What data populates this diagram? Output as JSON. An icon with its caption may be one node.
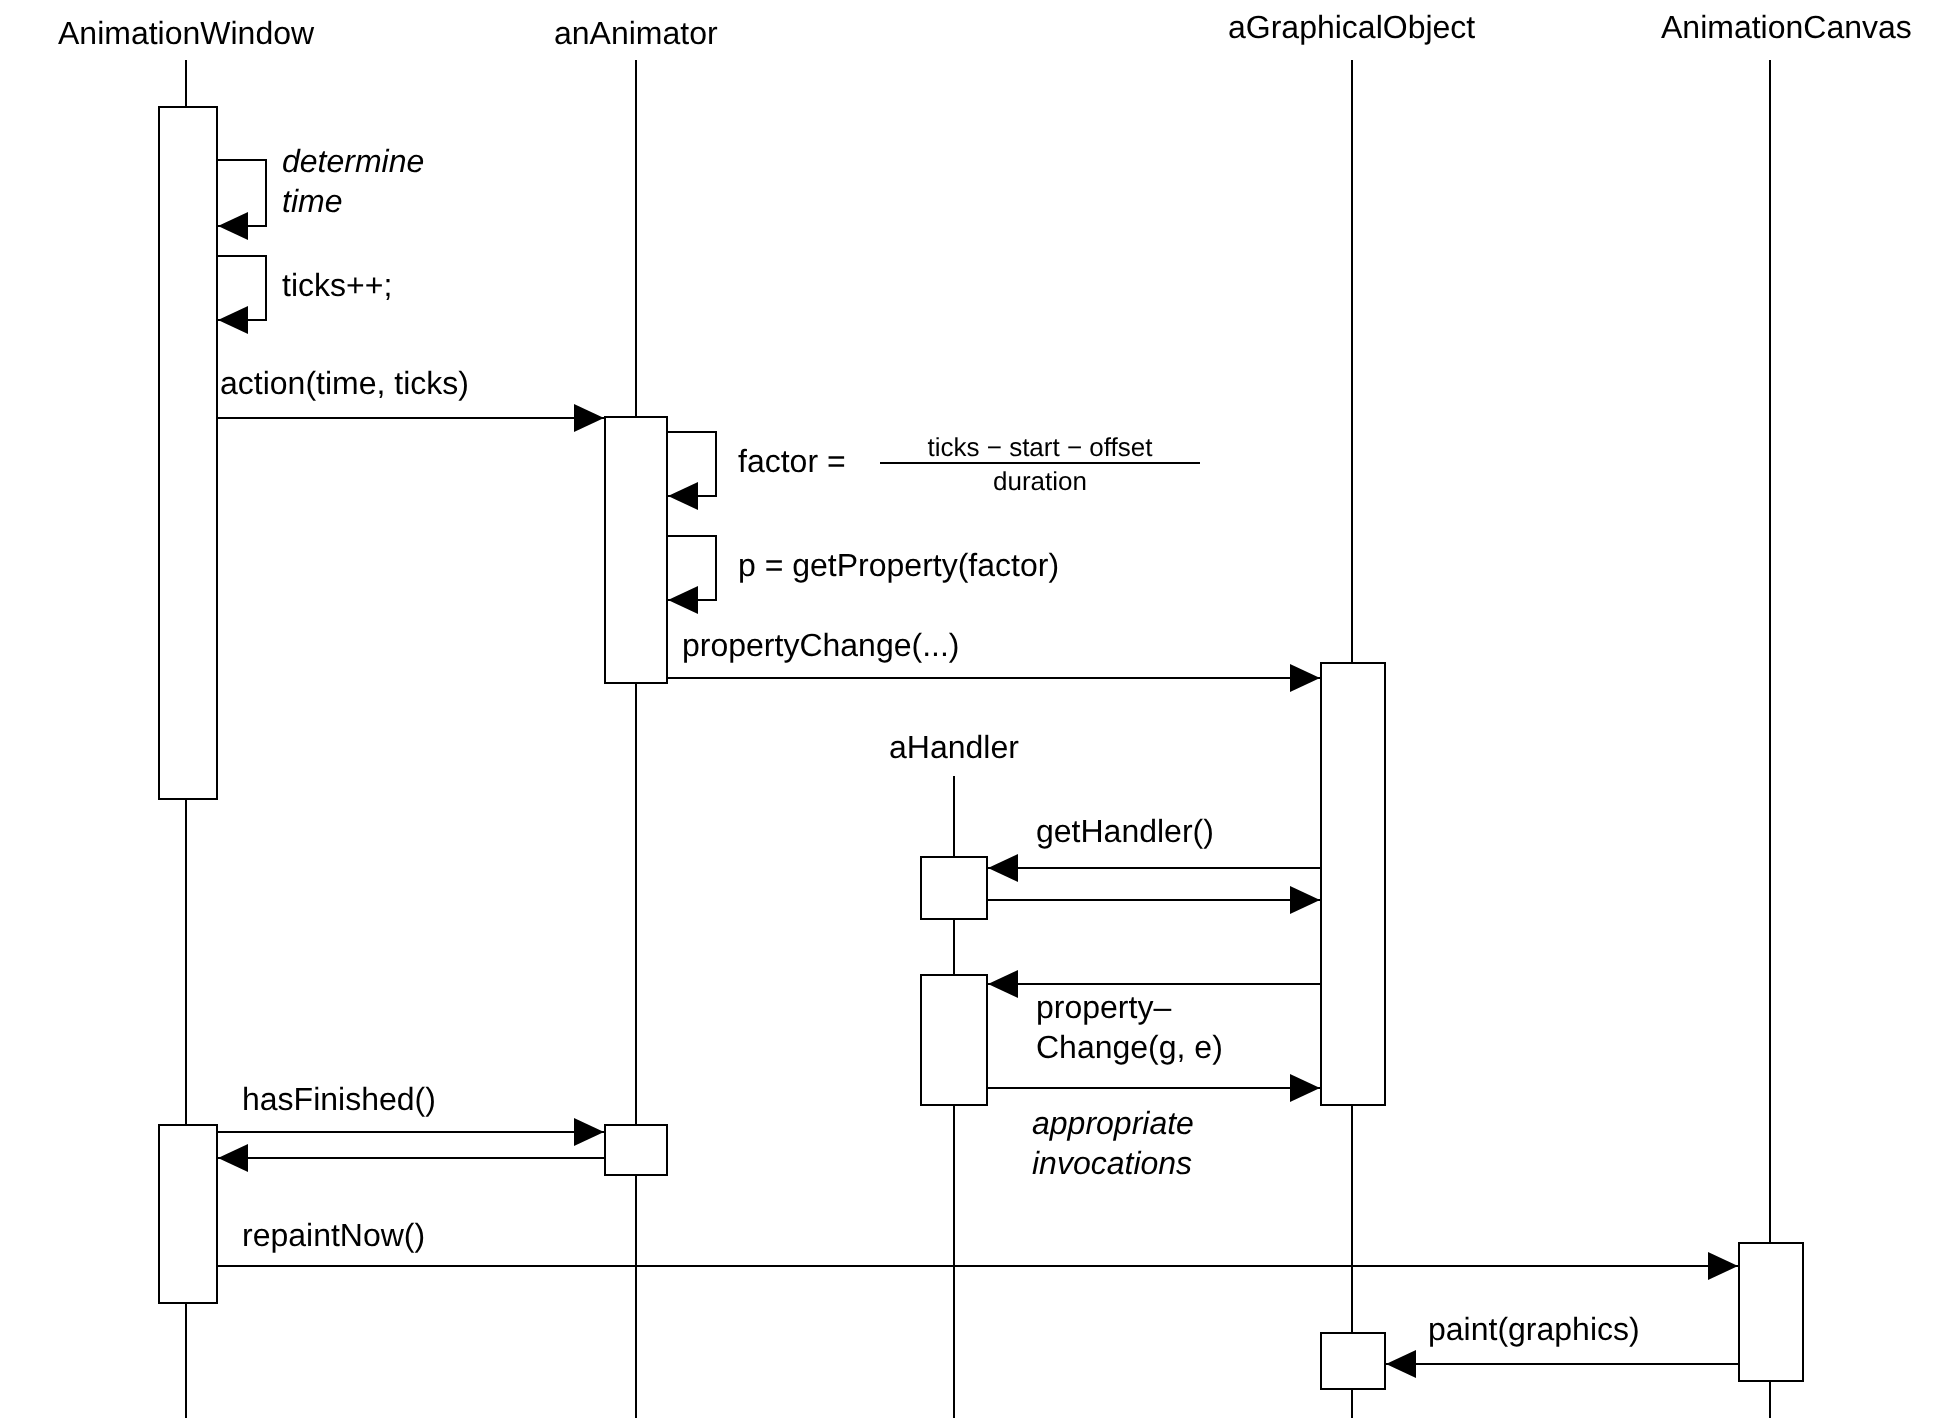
{
  "diagram": {
    "nodes": [
      {
        "text": [
          "AnimationWindow"
        ]
      },
      {
        "text": [
          "anAnimator"
        ]
      },
      {
        "text": [
          "aGraphicalObject"
        ]
      },
      {
        "text": [
          "AnimationCanvas"
        ]
      },
      {
        "text": [
          "aHandler"
        ]
      },
      {
        "text": [],
        "shape": "bar"
      },
      {
        "text": [],
        "shape": "bar"
      },
      {
        "text": [],
        "shape": "bar"
      },
      {
        "text": [],
        "shape": "bar"
      },
      {
        "text": [],
        "shape": "bar"
      },
      {
        "text": [],
        "shape": "bar"
      },
      {
        "text": [],
        "shape": "bar"
      },
      {
        "text": [],
        "shape": "bar"
      },
      {
        "text": [],
        "shape": "bar"
      }
    ],
    "edges": [
      {
        "from": 5,
        "to": 5,
        "label": "determine time",
        "arrow": "to"
      },
      {
        "from": 5,
        "to": 5,
        "label": "ticks++;",
        "arrow": "to"
      },
      {
        "from": 5,
        "to": 6,
        "label": "action(time, ticks)",
        "arrow": "to"
      },
      {
        "from": 6,
        "to": 6,
        "label": "factor =",
        "arrow": "to"
      },
      {
        "from": 6,
        "to": 6,
        "label": "p = getProperty(factor)",
        "arrow": "to"
      },
      {
        "from": 6,
        "to": 7,
        "label": "propertyChange(...)",
        "arrow": "to"
      },
      {
        "from": 7,
        "to": 8,
        "label": "getHandler()",
        "arrow": "to"
      },
      {
        "from": 8,
        "to": 7,
        "arrow": "to"
      },
      {
        "from": 7,
        "to": 9,
        "label": "property– Change(g, e)",
        "arrow": "to"
      },
      {
        "from": 9,
        "to": 7,
        "label": "appropriate invocations",
        "arrow": "to"
      },
      {
        "from": 10,
        "to": 11,
        "label": "hasFinished()",
        "arrow": "to"
      },
      {
        "from": 11,
        "to": 10,
        "arrow": "to"
      },
      {
        "from": 10,
        "to": 12,
        "label": "repaintNow()",
        "arrow": "to"
      },
      {
        "from": 12,
        "to": 13,
        "label": "paint(graphics)",
        "arrow": "to"
      }
    ],
    "labels": [
      "ticks − start − offset",
      "duration"
    ]
  }
}
